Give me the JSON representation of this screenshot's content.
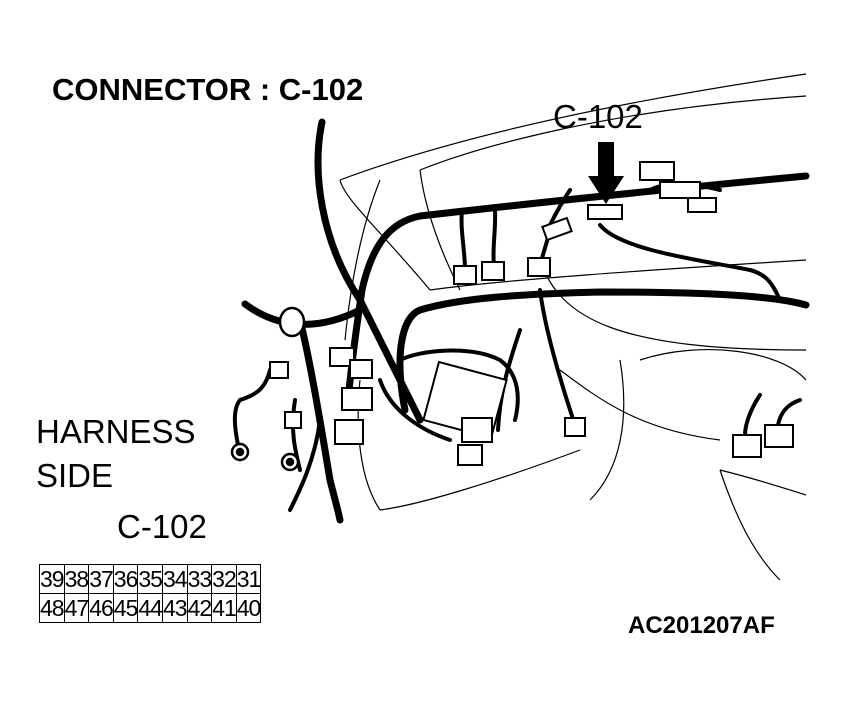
{
  "title": "CONNECTOR : C-102",
  "callout_label": "C-102",
  "harness_label": {
    "line1": "HARNESS",
    "line2": "SIDE"
  },
  "connector_label": "C-102",
  "pin_rows": [
    [
      "39",
      "38",
      "37",
      "36",
      "35",
      "34",
      "33",
      "32",
      "31"
    ],
    [
      "48",
      "47",
      "46",
      "45",
      "44",
      "43",
      "42",
      "41",
      "40"
    ]
  ],
  "figure_code": "AC201207AF"
}
